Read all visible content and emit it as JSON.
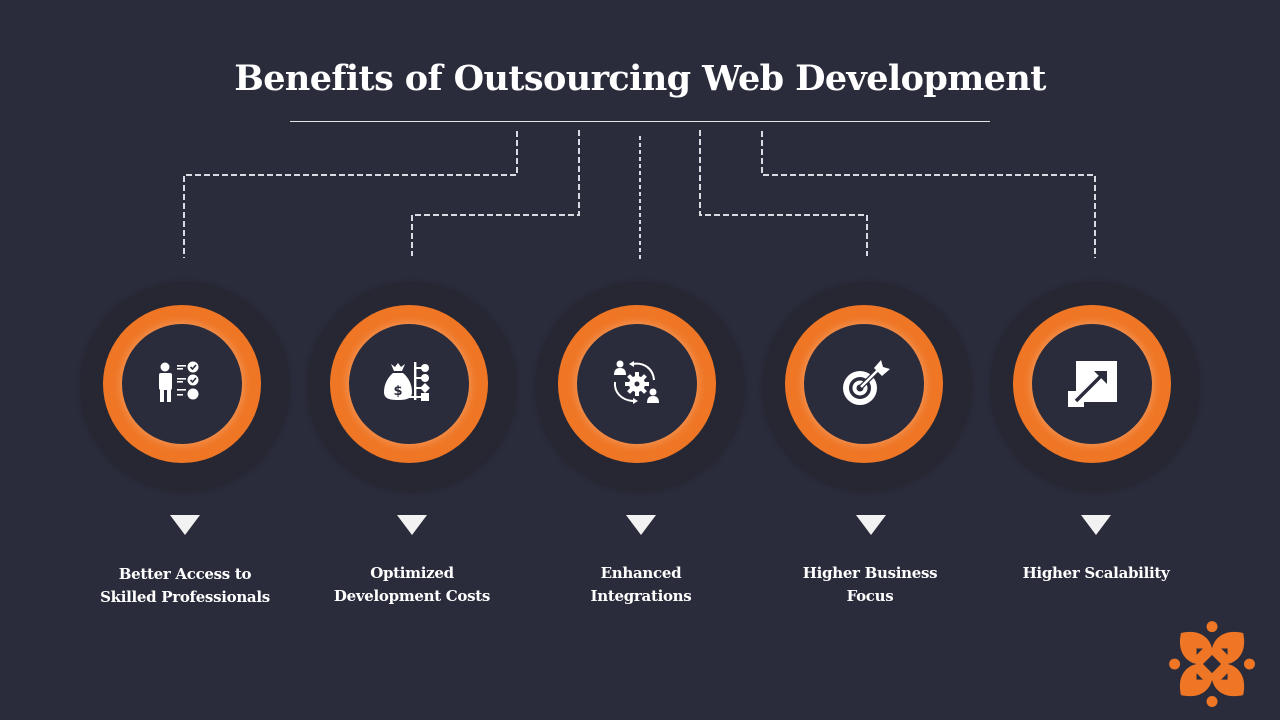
{
  "header": {
    "title": "Benefits of Outsourcing Web Development"
  },
  "colors": {
    "background": "#2a2c3b",
    "accent": "#ef7625",
    "outer_disc": "#262733",
    "text": "#ffffff",
    "connector": "#d8dbe2"
  },
  "benefits": [
    {
      "label": "Better Access to Skilled Professionals",
      "icon": "professional-checklist-icon"
    },
    {
      "label": "Optimized Development Costs",
      "icon": "money-bag-flow-icon"
    },
    {
      "label": "Enhanced Integrations",
      "icon": "gear-people-cycle-icon"
    },
    {
      "label": "Higher Business Focus",
      "icon": "target-arrow-icon"
    },
    {
      "label": "Higher Scalability",
      "icon": "scale-up-icon"
    }
  ],
  "brand": {
    "logo": "orange-star-logo-icon"
  }
}
